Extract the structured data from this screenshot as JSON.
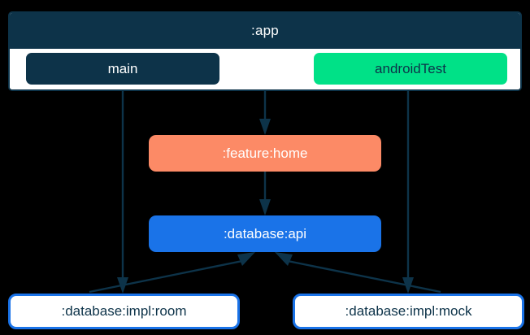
{
  "diagram": {
    "type": "module-dependency-graph",
    "background_color": "#000000",
    "accent_colors": {
      "navy": "#0d3349",
      "green": "#00e187",
      "coral": "#fc8a66",
      "blue": "#1a73e8",
      "white": "#ffffff"
    },
    "app_container": {
      "title": ":app",
      "source_sets": [
        {
          "label": "main",
          "color": "#0d3349",
          "text_color": "#ffffff"
        },
        {
          "label": "androidTest",
          "color": "#00e187",
          "text_color": "#0d3349"
        }
      ]
    },
    "nodes": [
      {
        "id": "feature-home",
        "label": ":feature:home",
        "style": "filled-coral"
      },
      {
        "id": "database-api",
        "label": ":database:api",
        "style": "filled-blue"
      },
      {
        "id": "database-impl-room",
        "label": ":database:impl:room",
        "style": "outlined-blue"
      },
      {
        "id": "database-impl-mock",
        "label": ":database:impl:mock",
        "style": "outlined-blue"
      }
    ],
    "edges": [
      {
        "from": "main",
        "to": "database-impl-room",
        "shape": "vertical"
      },
      {
        "from": "app",
        "to": "feature-home",
        "shape": "vertical"
      },
      {
        "from": "androidTest",
        "to": "database-impl-mock",
        "shape": "vertical"
      },
      {
        "from": "feature-home",
        "to": "database-api",
        "shape": "vertical"
      },
      {
        "from": "database-impl-room",
        "to": "database-api",
        "shape": "diagonal"
      },
      {
        "from": "database-impl-mock",
        "to": "database-api",
        "shape": "diagonal"
      }
    ]
  }
}
